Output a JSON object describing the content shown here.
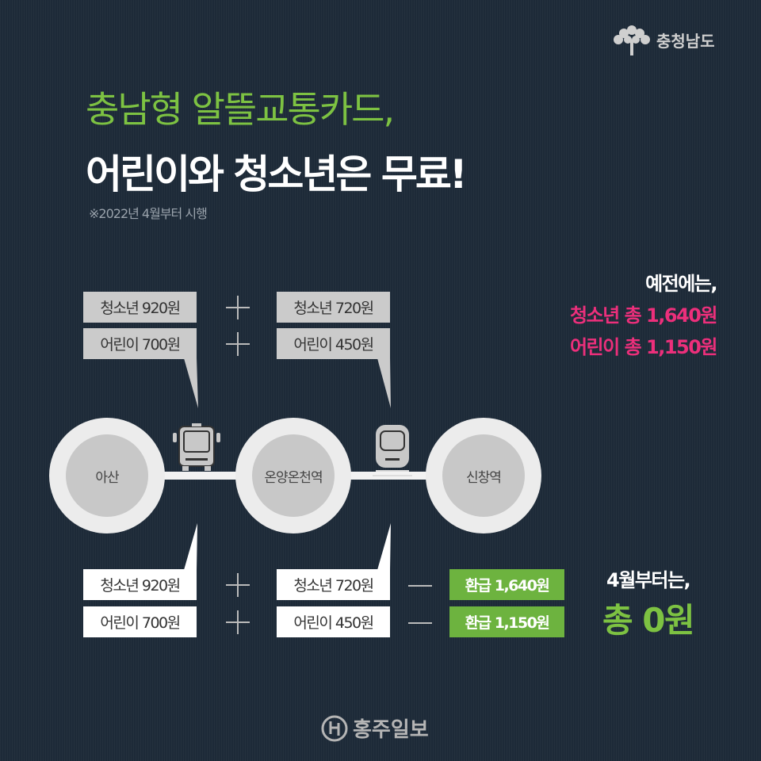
{
  "logo": {
    "text": "충청남도"
  },
  "title": {
    "line1": "충남형 알뜰교통카드,",
    "line2": "어린이와 청소년은 무료!",
    "note": "※2022년 4월부터 시행"
  },
  "previous": {
    "heading": "예전에는,",
    "youth_total": "청소년 총 1,640원",
    "child_total": "어린이 총 1,150원"
  },
  "before": {
    "bus": {
      "youth": "청소년 920원",
      "child": "어린이 700원"
    },
    "train": {
      "youth": "청소년 720원",
      "child": "어린이 450원"
    }
  },
  "stations": [
    "아산",
    "온양온천역",
    "신창역"
  ],
  "after": {
    "bus": {
      "youth": "청소년 920원",
      "child": "어린이 700원"
    },
    "train": {
      "youth": "청소년 720원",
      "child": "어린이 450원"
    },
    "refund": {
      "youth": "환급 1,640원",
      "child": "환급 1,150원"
    }
  },
  "now": {
    "heading": "4월부터는,",
    "total": "총 0원"
  },
  "footer": {
    "text": "홍주일보"
  },
  "colors": {
    "green": "#7dc242",
    "pink": "#ec2f7b",
    "bg": "#1d2a38"
  }
}
